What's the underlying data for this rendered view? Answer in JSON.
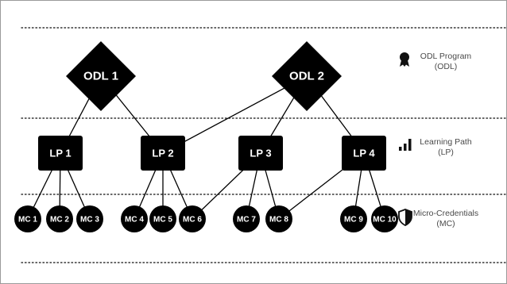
{
  "programs": [
    {
      "id": "odl1",
      "label": "ODL 1"
    },
    {
      "id": "odl2",
      "label": "ODL 2"
    }
  ],
  "paths": [
    {
      "id": "lp1",
      "label": "LP 1"
    },
    {
      "id": "lp2",
      "label": "LP 2"
    },
    {
      "id": "lp3",
      "label": "LP 3"
    },
    {
      "id": "lp4",
      "label": "LP 4"
    }
  ],
  "credentials": [
    {
      "id": "mc1",
      "label": "MC 1"
    },
    {
      "id": "mc2",
      "label": "MC 2"
    },
    {
      "id": "mc3",
      "label": "MC 3"
    },
    {
      "id": "mc4",
      "label": "MC 4"
    },
    {
      "id": "mc5",
      "label": "MC 5"
    },
    {
      "id": "mc6",
      "label": "MC 6"
    },
    {
      "id": "mc7",
      "label": "MC 7"
    },
    {
      "id": "mc8",
      "label": "MC 8"
    },
    {
      "id": "mc9",
      "label": "MC 9"
    },
    {
      "id": "mc10",
      "label": "MC 10"
    }
  ],
  "edges": [
    [
      "odl1",
      "lp1"
    ],
    [
      "odl1",
      "lp2"
    ],
    [
      "odl2",
      "lp2"
    ],
    [
      "odl2",
      "lp3"
    ],
    [
      "odl2",
      "lp4"
    ],
    [
      "lp1",
      "mc1"
    ],
    [
      "lp1",
      "mc2"
    ],
    [
      "lp1",
      "mc3"
    ],
    [
      "lp2",
      "mc4"
    ],
    [
      "lp2",
      "mc5"
    ],
    [
      "lp2",
      "mc6"
    ],
    [
      "lp3",
      "mc6"
    ],
    [
      "lp3",
      "mc7"
    ],
    [
      "lp3",
      "mc8"
    ],
    [
      "lp4",
      "mc8"
    ],
    [
      "lp4",
      "mc9"
    ],
    [
      "lp4",
      "mc10"
    ]
  ],
  "legend": {
    "program": {
      "line1": "ODL Program",
      "line2": "(ODL)",
      "icon": "badge-icon"
    },
    "path": {
      "line1": "Learning Path",
      "line2": "(LP)",
      "icon": "bar-chart-icon"
    },
    "credential": {
      "line1": "Micro-Credentials",
      "line2": "(MC)",
      "icon": "shield-icon"
    }
  },
  "colors": {
    "node": "#000000",
    "line": "#000000",
    "legend_text": "#4a4a4a",
    "divider": "#333333"
  }
}
